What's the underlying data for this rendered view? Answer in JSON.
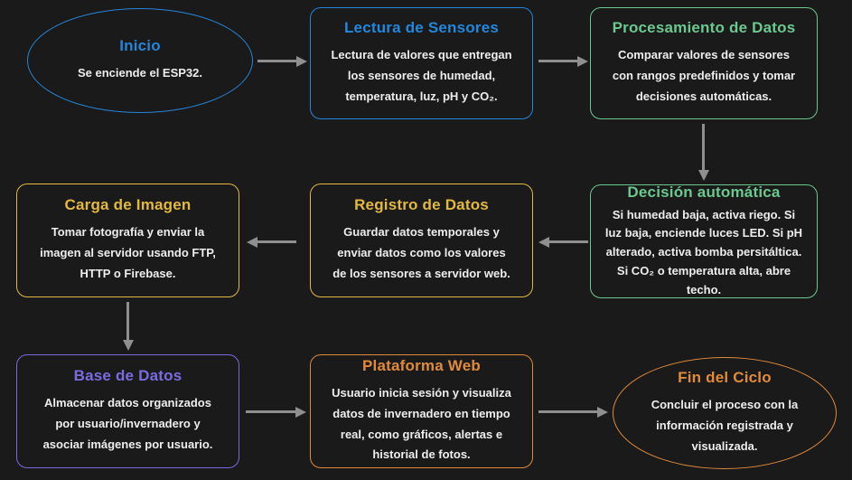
{
  "canvas": {
    "background": "#1a1a1a",
    "arrow_color": "#8f8f8f",
    "text_color": "#ededed"
  },
  "nodes": [
    {
      "id": "inicio",
      "shape": "ellipse",
      "color": "#2585d8",
      "title": "Inicio",
      "body": "Se enciende el ESP32."
    },
    {
      "id": "lectura-de-sensores",
      "shape": "box",
      "color": "#2287dd",
      "title": "Lectura de Sensores",
      "body": "Lectura de valores que entregan los sensores de humedad, temperatura, luz, pH y CO₂."
    },
    {
      "id": "procesamiento-de-datos",
      "shape": "box",
      "color": "#6bc98f",
      "title": "Procesamiento de Datos",
      "body": "Comparar valores de sensores con rangos predefinidos y tomar decisiones automáticas."
    },
    {
      "id": "carga-de-imagen",
      "shape": "box",
      "color": "#e3b93f",
      "title": "Carga de Imagen",
      "body": "Tomar fotografía y enviar la imagen al servidor usando FTP, HTTP o Firebase."
    },
    {
      "id": "registro-de-datos",
      "shape": "box",
      "color": "#e3b93f",
      "title": "Registro de Datos",
      "body": "Guardar datos temporales y enviar datos como los valores de los sensores a servidor web."
    },
    {
      "id": "decision-automatica",
      "shape": "box",
      "color": "#6bc98f",
      "title": "Decisión automática",
      "body": "Si humedad baja, activa riego. Si luz baja, enciende luces LED. Si pH alterado, activa bomba persitáltica. Si CO₂ o temperatura alta, abre techo."
    },
    {
      "id": "base-de-datos",
      "shape": "box",
      "color": "#7a6be0",
      "title": "Base de Datos",
      "body": "Almacenar datos organizados por usuario/invernadero y asociar imágenes por usuario."
    },
    {
      "id": "plataforma-web",
      "shape": "box",
      "color": "#e08a3c",
      "title": "Plataforma Web",
      "body": "Usuario inicia sesión y visualiza datos de invernadero en tiempo real, como gráficos, alertas e historial de fotos."
    },
    {
      "id": "fin-del-ciclo",
      "shape": "ellipse",
      "color": "#e08a3c",
      "title": "Fin del Ciclo",
      "body": "Concluir el proceso con la información registrada y visualizada."
    }
  ],
  "arrows": [
    {
      "from": "inicio",
      "to": "lectura-de-sensores",
      "direction": "right"
    },
    {
      "from": "lectura-de-sensores",
      "to": "procesamiento-de-datos",
      "direction": "right"
    },
    {
      "from": "procesamiento-de-datos",
      "to": "decision-automatica",
      "direction": "down"
    },
    {
      "from": "decision-automatica",
      "to": "registro-de-datos",
      "direction": "left"
    },
    {
      "from": "registro-de-datos",
      "to": "carga-de-imagen",
      "direction": "left"
    },
    {
      "from": "carga-de-imagen",
      "to": "base-de-datos",
      "direction": "down"
    },
    {
      "from": "base-de-datos",
      "to": "plataforma-web",
      "direction": "right"
    },
    {
      "from": "plataforma-web",
      "to": "fin-del-ciclo",
      "direction": "right"
    }
  ]
}
